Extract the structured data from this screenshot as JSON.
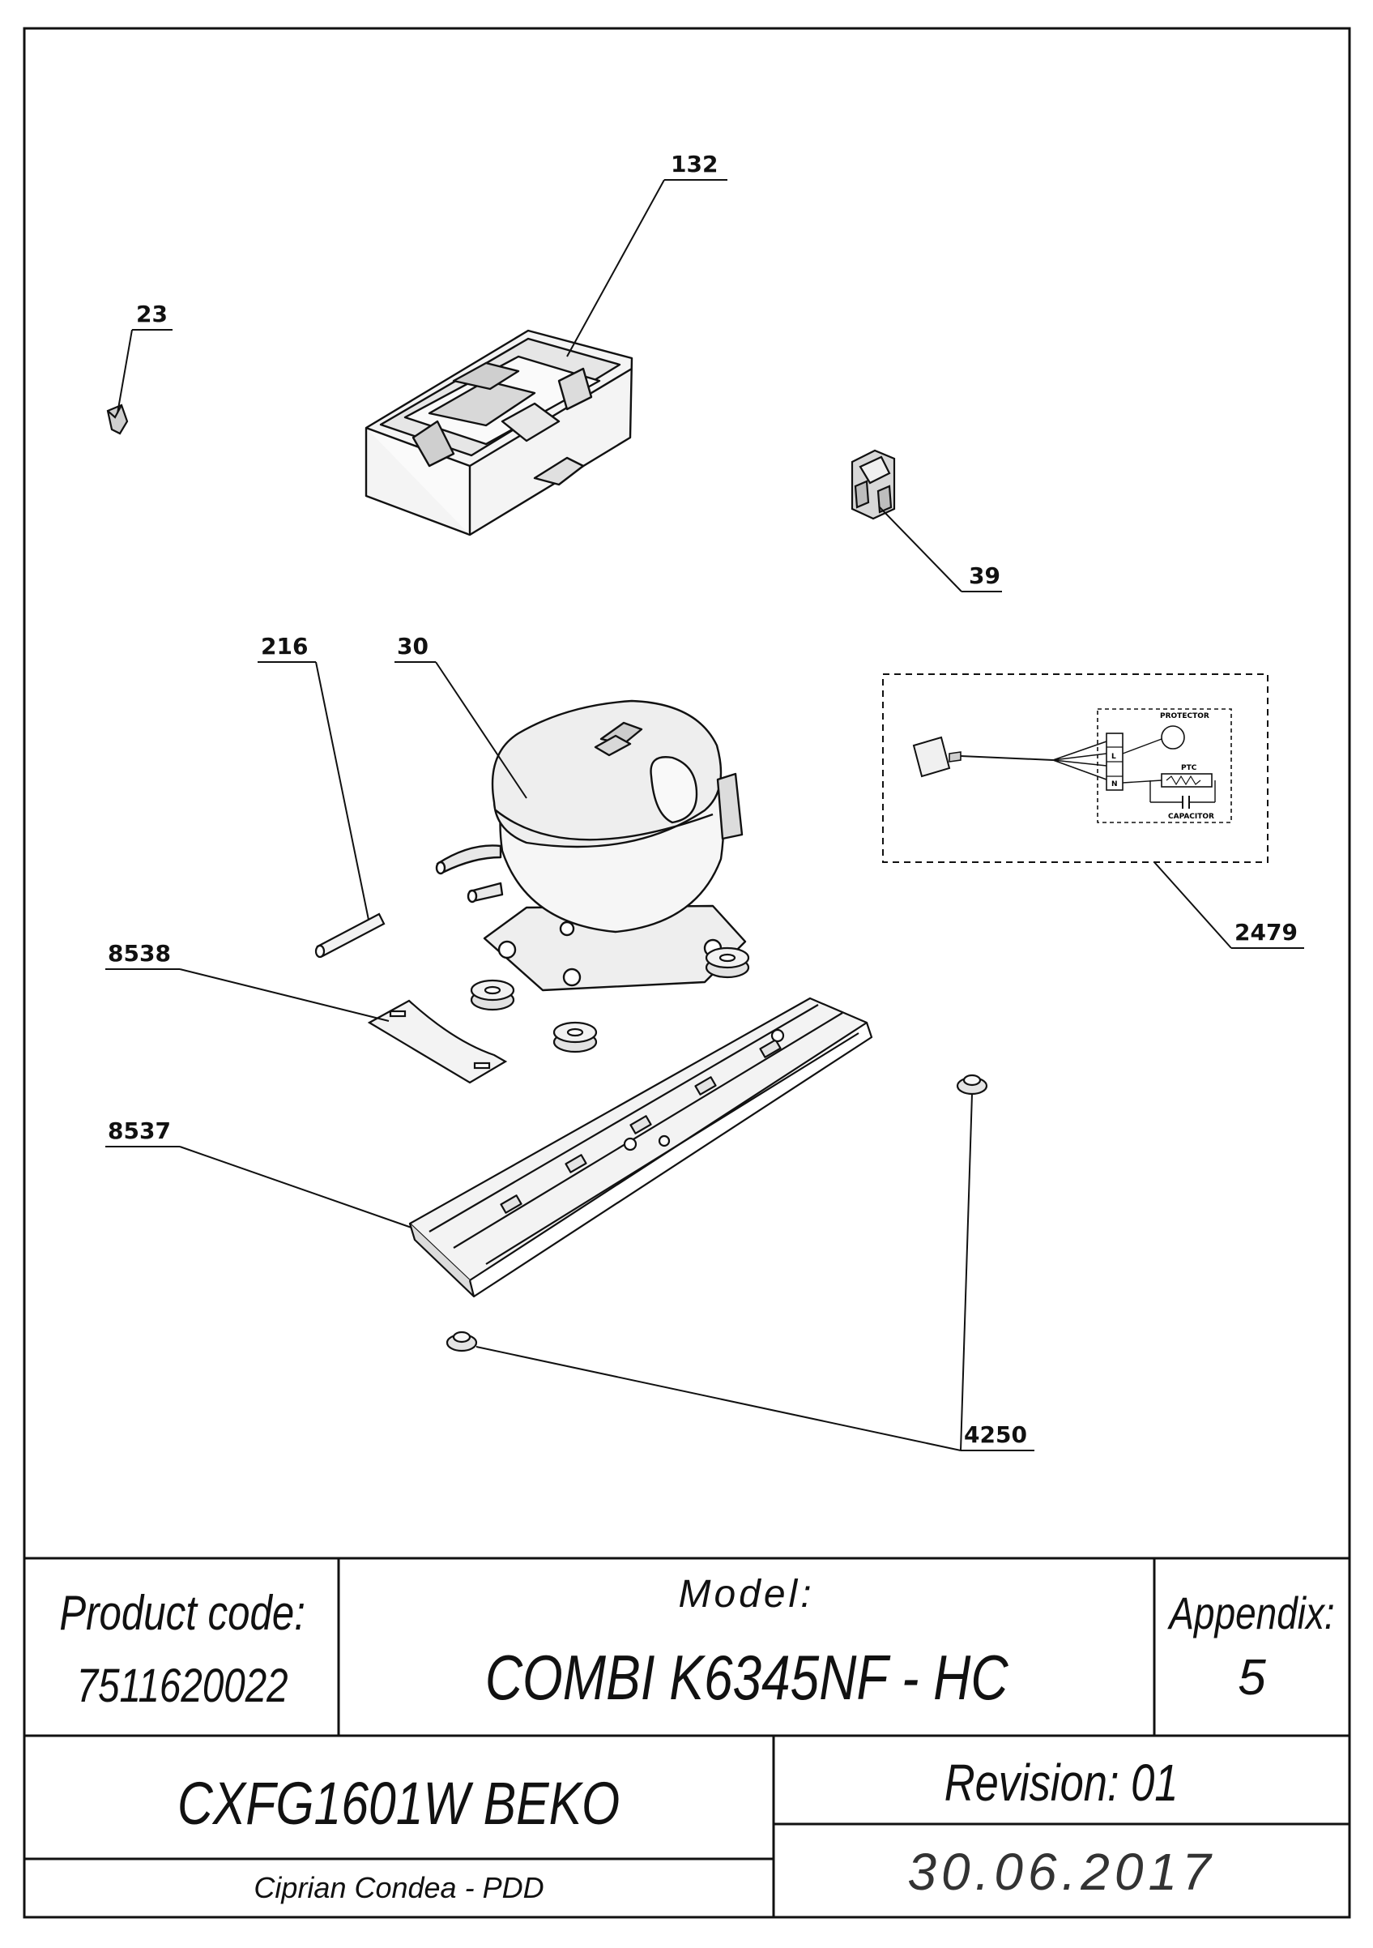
{
  "diagram": {
    "callouts": [
      {
        "id": "132",
        "label": "132",
        "part": "compressor-cover-box"
      },
      {
        "id": "23",
        "label": "23",
        "part": "small-clip"
      },
      {
        "id": "39",
        "label": "39",
        "part": "ptc-relay"
      },
      {
        "id": "216",
        "label": "216",
        "part": "pin-rod"
      },
      {
        "id": "30",
        "label": "30",
        "part": "compressor"
      },
      {
        "id": "2479",
        "label": "2479",
        "part": "wiring-harness"
      },
      {
        "id": "8538",
        "label": "8538",
        "part": "clamp-plate"
      },
      {
        "id": "8537",
        "label": "8537",
        "part": "compressor-base-rails"
      },
      {
        "id": "4250",
        "label": "4250",
        "part": "rubber-grommet"
      }
    ],
    "wiring_labels": {
      "protector": "PROTECTOR",
      "ptc": "PTC",
      "capacitor": "CAPACITOR",
      "terminal_l": "L",
      "terminal_n": "N"
    }
  },
  "title_block": {
    "product_code_label": "Product code:",
    "product_code": "7511620022",
    "model_label": "Model:",
    "model": "COMBI K6345NF - HC",
    "appendix_label": "Appendix:",
    "appendix": "5",
    "part_name": "CXFG1601W BEKO",
    "revision": "Revision: 01",
    "author": "Ciprian Condea - PDD",
    "date": "30.06.2017"
  },
  "colors": {
    "line": "#111111",
    "fill_light": "#f4f4f4",
    "fill_mid": "#dcdcdc"
  }
}
